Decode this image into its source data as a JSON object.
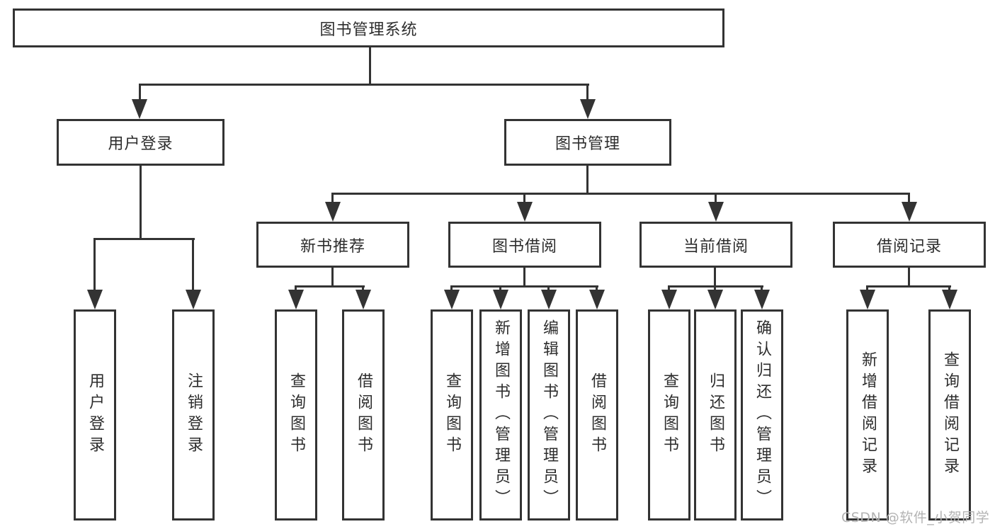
{
  "tree": {
    "label": "图书管理系统",
    "children": [
      {
        "label": "用户登录",
        "children": [
          {
            "label": "用户登录"
          },
          {
            "label": "注销登录"
          }
        ]
      },
      {
        "label": "图书管理",
        "children": [
          {
            "label": "新书推荐",
            "children": [
              {
                "label": "查询图书"
              },
              {
                "label": "借阅图书"
              }
            ]
          },
          {
            "label": "图书借阅",
            "children": [
              {
                "label": "查询图书"
              },
              {
                "label": "新增图书（管理员）"
              },
              {
                "label": "编辑图书（管理员）"
              },
              {
                "label": "借阅图书"
              }
            ]
          },
          {
            "label": "当前借阅",
            "children": [
              {
                "label": "查询图书"
              },
              {
                "label": "归还图书"
              },
              {
                "label": "确认归还（管理员）"
              }
            ]
          },
          {
            "label": "借阅记录",
            "children": [
              {
                "label": "新增借阅记录"
              },
              {
                "label": "查询借阅记录"
              }
            ]
          }
        ]
      }
    ]
  },
  "watermark": {
    "text": "CSDN @软件_小贺同学"
  },
  "colors": {
    "line": "#333333",
    "box_border": "#333333",
    "text": "#2d2d2d",
    "watermark": "#b3b3b3",
    "background": "#ffffff"
  }
}
